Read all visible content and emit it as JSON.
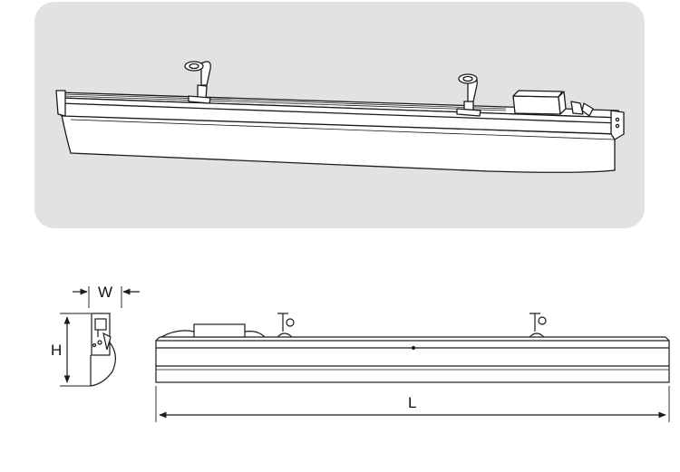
{
  "dimensions": {
    "width_label": "W",
    "height_label": "H",
    "length_label": "L"
  },
  "colors": {
    "panel_background": "#e2e2e2",
    "line": "#1a1a1a",
    "fixture_fill": "#ffffff"
  }
}
